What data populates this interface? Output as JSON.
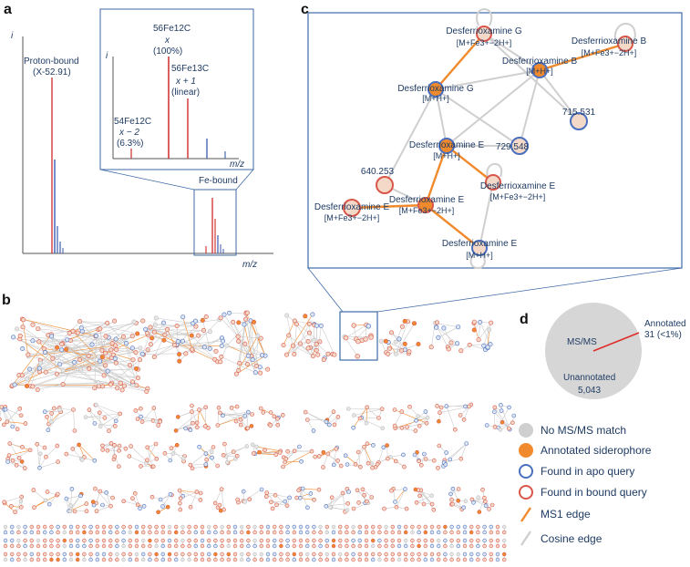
{
  "panels": {
    "a": "a",
    "b": "b",
    "c": "c",
    "d": "d"
  },
  "panel_a": {
    "y_axis": "i",
    "x_axis": "m/z",
    "proton_label": "Proton-bound",
    "proton_mass": "(X-52.91)",
    "fe_label": "Fe-bound",
    "inset_y": "i",
    "inset_x": "m/z",
    "isotope_main": {
      "name": "56Fe12C",
      "var": "x",
      "pct": "(100%)"
    },
    "isotope_13c": {
      "name": "56Fe13C",
      "var": "x + 1",
      "pct": "(linear)"
    },
    "isotope_54": {
      "name": "54Fe12C",
      "var": "x − 2",
      "pct": "(6.3%)"
    }
  },
  "panel_c": {
    "nodes": [
      {
        "id": "g1",
        "l1": "Desferrioxamine G",
        "l2": "[M+Fe3+−2H+]",
        "kind": "bound",
        "fill": "light"
      },
      {
        "id": "b1",
        "l1": "Desferrioxamine B",
        "l2": "[M+Fe3+−2H+]",
        "kind": "bound",
        "fill": "light"
      },
      {
        "id": "b2",
        "l1": "Desferrioxamine B",
        "l2": "[M+H+]",
        "kind": "apo",
        "fill": "annotated"
      },
      {
        "id": "g2",
        "l1": "Desferrioxamine G",
        "l2": "[M+H+]",
        "kind": "apo",
        "fill": "annotated"
      },
      {
        "id": "n715",
        "l1": "715.531",
        "l2": "",
        "kind": "apo",
        "fill": "light"
      },
      {
        "id": "n729",
        "l1": "729.548",
        "l2": "",
        "kind": "apo",
        "fill": "light"
      },
      {
        "id": "e1",
        "l1": "Desferrioxamine E",
        "l2": "[M+H+]",
        "kind": "apo",
        "fill": "annotated"
      },
      {
        "id": "n640",
        "l1": "640.253",
        "l2": "",
        "kind": "bound",
        "fill": "light"
      },
      {
        "id": "e2",
        "l1": "Desferrioxamine E",
        "l2": "[M+Fe3+−2H+]",
        "kind": "bound",
        "fill": "light"
      },
      {
        "id": "e3",
        "l1": "Desferrioxamine E",
        "l2": "[M+Fe3+−2H+]",
        "kind": "bound",
        "fill": "light"
      },
      {
        "id": "e4",
        "l1": "Desferrioxamine E",
        "l2": "[M+Fe3+−2H+]",
        "kind": "bound",
        "fill": "annotated"
      },
      {
        "id": "e5",
        "l1": "Desferrioxamine E",
        "l2": "[M+H+]",
        "kind": "apo",
        "fill": "light"
      }
    ]
  },
  "panel_d": {
    "msms_label": "MS/MS",
    "annotated_label": "Annotated",
    "annotated_value": "31 (<1%)",
    "unannotated_label": "Unannotated",
    "unannotated_value": "5,043",
    "chart_data": {
      "type": "pie",
      "categories": [
        "Unannotated",
        "Annotated"
      ],
      "values": [
        5043,
        31
      ]
    }
  },
  "legend": [
    {
      "label": "No MS/MS match",
      "icon": "grey-disc-icon"
    },
    {
      "label": "Annotated siderophore",
      "icon": "orange-disc-icon"
    },
    {
      "label": "Found in apo query",
      "icon": "blue-ring-icon"
    },
    {
      "label": "Found in bound query",
      "icon": "red-ring-icon"
    },
    {
      "label": "MS1 edge",
      "icon": "orange-line-icon"
    },
    {
      "label": "Cosine edge",
      "icon": "grey-line-icon"
    }
  ],
  "colors": {
    "navy": "#1f3b63",
    "frame": "#3d6aa6",
    "red": "#d23a3a",
    "blue": "#3c5bb0",
    "orange": "#f08a2c",
    "grey": "#c9c9c9",
    "bound_ring": "#d9574a",
    "apo_ring": "#4a6fbf",
    "node_fill": "#f4d9c8"
  }
}
